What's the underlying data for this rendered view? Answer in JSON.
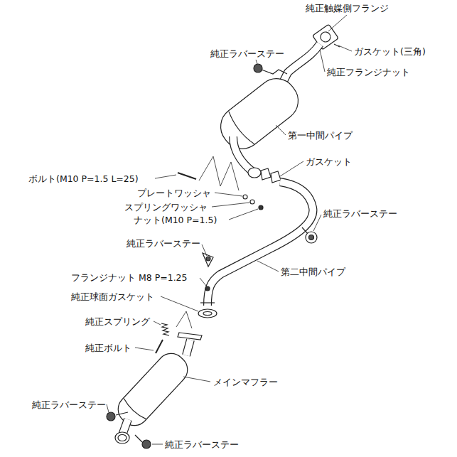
{
  "diagram": {
    "labels": [
      "純正触媒側フランジ",
      "純正ラバーステー",
      "ガスケット(三角)",
      "純正フランジナット",
      "第一中間パイプ",
      "ガスケット",
      "ボルト(M10 P=1.5 L=25)",
      "プレートワッシャ",
      "スプリングワッシャ",
      "ナット(M10 P=1.5)",
      "純正ラバーステー",
      "純正ラバーステー",
      "第二中間パイプ",
      "フランジナット M8 P=1.25",
      "純正球面ガスケット",
      "純正スプリング",
      "純正ボルト",
      "メインマフラー",
      "純正ラバーステー",
      "純正ラバーステー"
    ]
  }
}
